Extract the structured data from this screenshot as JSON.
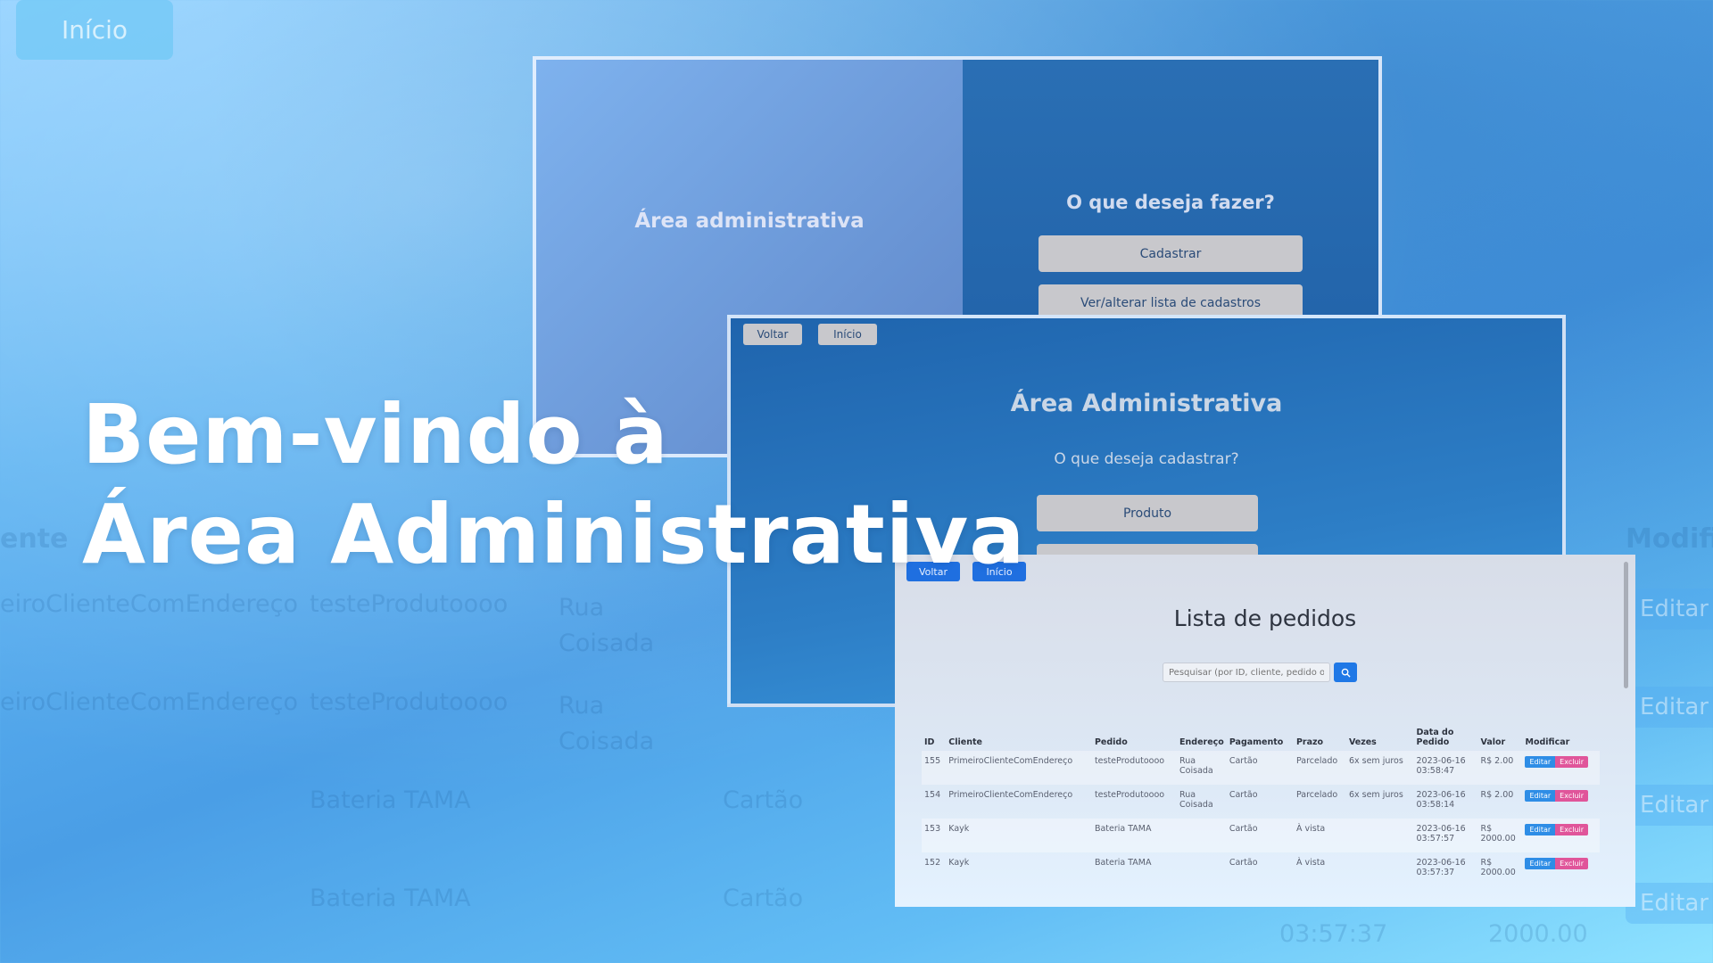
{
  "background": {
    "top_button": "Início",
    "ghost_headers": [
      "ente",
      "Modific"
    ],
    "ghost_rows": [
      {
        "cliente": "eiroClienteComEndereço",
        "pedido": "testeProdutoooo",
        "endereco": "Rua Coisada"
      },
      {
        "cliente": "eiroClienteComEndereço",
        "pedido": "testeProdutoooo",
        "endereco": "Rua Coisada"
      },
      {
        "pedido": "Bateria TAMA",
        "pagamento": "Cartão"
      },
      {
        "pedido": "Bateria TAMA",
        "pagamento": "Cartão"
      }
    ],
    "ghost_edit": "Editar",
    "ghost_time": "03:57:37",
    "ghost_value": "2000.00"
  },
  "hero": {
    "line1": "Bem-vindo à",
    "line2": "Área Administrativa"
  },
  "window1": {
    "left_title": "Área administrativa",
    "question": "O que deseja fazer?",
    "buttons": [
      "Cadastrar",
      "Ver/alterar lista de cadastros"
    ]
  },
  "window2": {
    "back": "Voltar",
    "home": "Início",
    "title": "Área Administrativa",
    "question": "O que deseja cadastrar?",
    "buttons": [
      "Produto",
      ""
    ]
  },
  "window3": {
    "back": "Voltar",
    "home": "Início",
    "title": "Lista de pedidos",
    "search_placeholder": "Pesquisar (por ID, cliente, pedido o",
    "columns": [
      "ID",
      "Cliente",
      "Pedido",
      "Endereço",
      "Pagamento",
      "Prazo",
      "Vezes",
      "Data do Pedido",
      "Valor",
      "Modificar"
    ],
    "edit_label": "Editar",
    "delete_label": "Excluir",
    "rows": [
      {
        "id": "155",
        "cliente": "PrimeiroClienteComEndereço",
        "pedido": "testeProdutoooo",
        "endereco": "Rua Coisada",
        "pagamento": "Cartão",
        "prazo": "Parcelado",
        "vezes": "6x sem juros",
        "data": "2023-06-16 03:58:47",
        "valor": "R$ 2.00"
      },
      {
        "id": "154",
        "cliente": "PrimeiroClienteComEndereço",
        "pedido": "testeProdutoooo",
        "endereco": "Rua Coisada",
        "pagamento": "Cartão",
        "prazo": "Parcelado",
        "vezes": "6x sem juros",
        "data": "2023-06-16 03:58:14",
        "valor": "R$ 2.00"
      },
      {
        "id": "153",
        "cliente": "Kayk",
        "pedido": "Bateria TAMA",
        "endereco": "",
        "pagamento": "Cartão",
        "prazo": "À vista",
        "vezes": "",
        "data": "2023-06-16 03:57:57",
        "valor": "R$ 2000.00"
      },
      {
        "id": "152",
        "cliente": "Kayk",
        "pedido": "Bateria TAMA",
        "endereco": "",
        "pagamento": "Cartão",
        "prazo": "À vista",
        "vezes": "",
        "data": "2023-06-16 03:57:37",
        "valor": "R$ 2000.00"
      }
    ]
  },
  "colors": {
    "accent_blue": "#1f6fe0",
    "edit_blue": "#2e8de6",
    "delete_pink": "#e0559a"
  }
}
